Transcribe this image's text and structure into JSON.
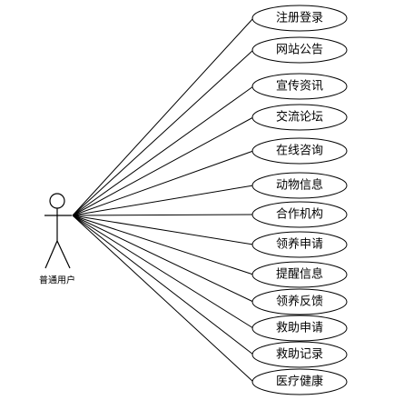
{
  "actor": {
    "label": "普通用户"
  },
  "use_cases": [
    {
      "label": "注册登录"
    },
    {
      "label": "网站公告"
    },
    {
      "label": "宣传资讯"
    },
    {
      "label": "交流论坛"
    },
    {
      "label": "在线咨询"
    },
    {
      "label": "动物信息"
    },
    {
      "label": "合作机构"
    },
    {
      "label": "领养申请"
    },
    {
      "label": "提醒信息"
    },
    {
      "label": "领养反馈"
    },
    {
      "label": "救助申请"
    },
    {
      "label": "救助记录"
    },
    {
      "label": "医疗健康"
    }
  ],
  "colors": {
    "stroke": "#000000",
    "fill": "#ffffff"
  }
}
